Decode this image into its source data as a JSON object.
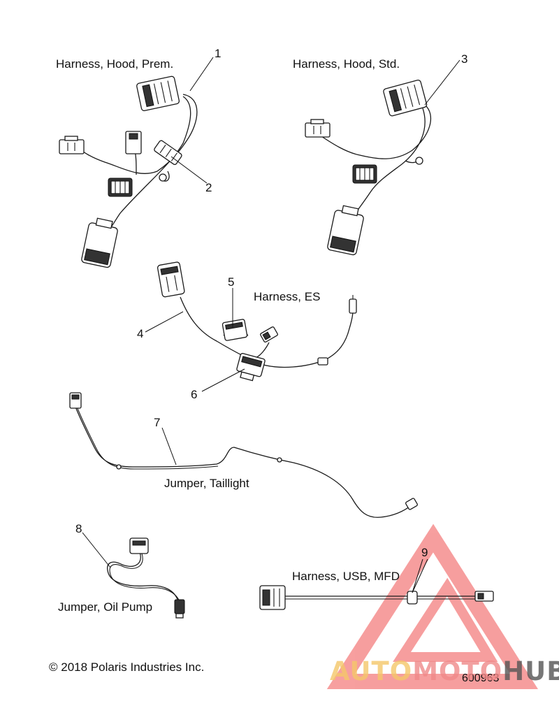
{
  "labels": {
    "hood_prem": "Harness, Hood, Prem.",
    "hood_std": "Harness, Hood, Std.",
    "es": "Harness, ES",
    "taillight": "Jumper, Taillight",
    "oil_pump": "Jumper, Oil Pump",
    "usb_mfd": "Harness, USB, MFD"
  },
  "callouts": [
    "1",
    "2",
    "3",
    "4",
    "5",
    "6",
    "7",
    "8",
    "9"
  ],
  "copyright": "© 2018 Polaris Industries Inc.",
  "figure_number": "600963",
  "watermark": {
    "part1": "AUTO",
    "part2": "MOTO",
    "part3": "HUB",
    "color_auto": "#f5c76a",
    "color_moto": "#f08a8a",
    "color_hub": "#555555",
    "triangle_color": "#f05050"
  }
}
